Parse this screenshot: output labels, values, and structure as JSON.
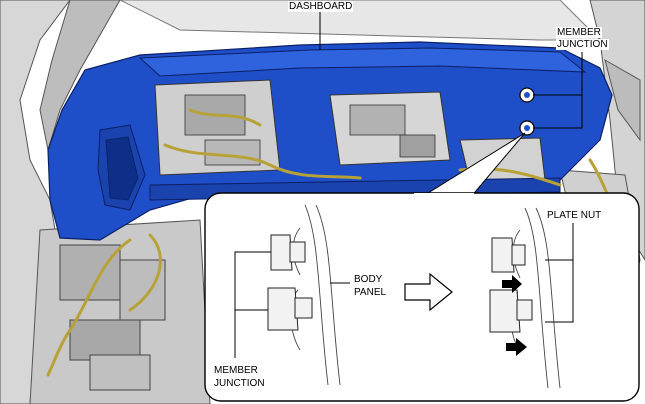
{
  "labels": {
    "dashboard": "DASHBOARD",
    "member_junction_top_1": "MEMBER",
    "member_junction_top_2": "JUNCTION",
    "body_panel_1": "BODY",
    "body_panel_2": "PANEL",
    "plate_nut": "PLATE NUT",
    "member_junction_bottom_1": "MEMBER",
    "member_junction_bottom_2": "JUNCTION"
  },
  "colors": {
    "dashboard_blue": "#1f4fc8",
    "wire_yellow": "#b8a238",
    "body_gray": "#cfcfcf"
  }
}
